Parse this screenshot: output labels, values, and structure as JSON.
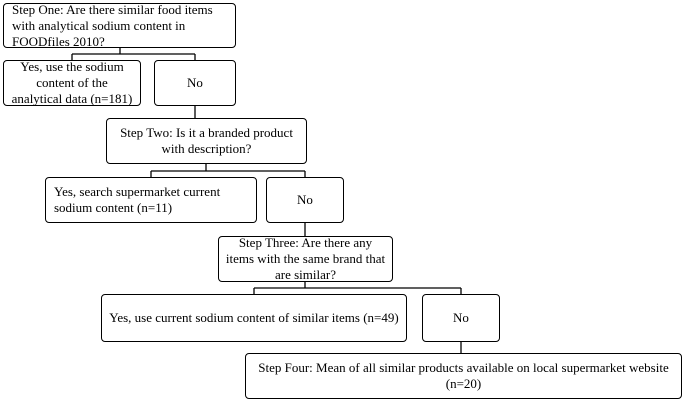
{
  "flowchart": {
    "step_one": "Step One: Are there similar food items with analytical sodium content in FOODfiles 2010?",
    "step_one_yes": "Yes, use the sodium content of the analytical data (n=181)",
    "step_one_no": "No",
    "step_two": "Step Two: Is it a branded product with description?",
    "step_two_yes": "Yes, search supermarket current sodium content (n=11)",
    "step_two_no": "No",
    "step_three": "Step Three: Are there any items with the same brand that are similar?",
    "step_three_yes": "Yes, use current sodium content of similar items (n=49)",
    "step_three_no": "No",
    "step_four": "Step Four: Mean of all similar products available on local supermarket website (n=20)"
  }
}
